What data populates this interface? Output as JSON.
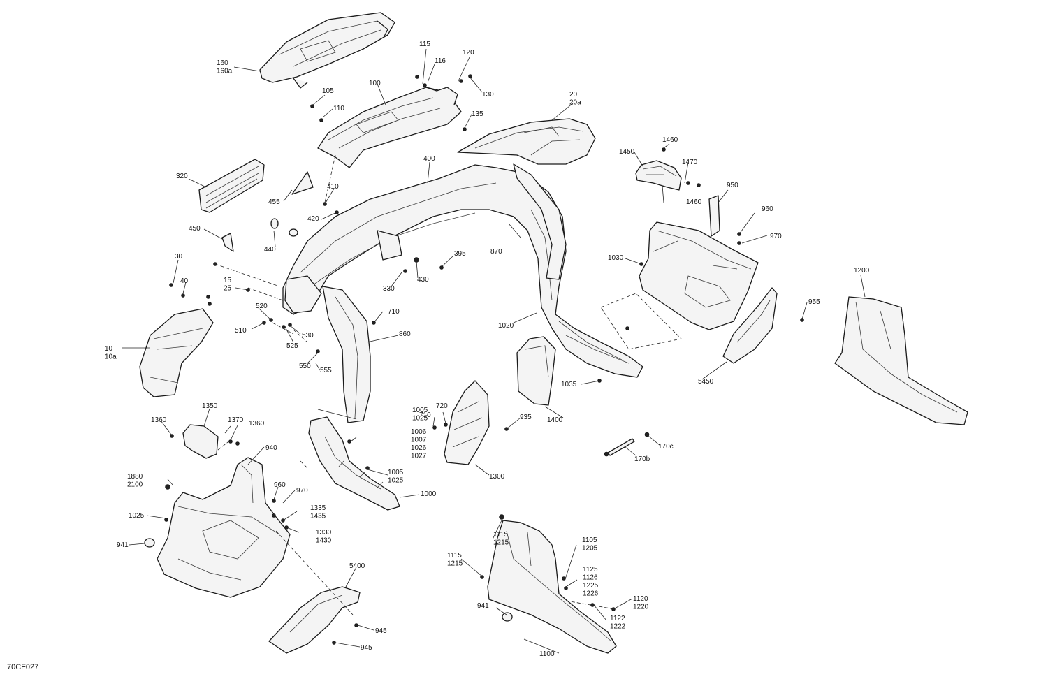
{
  "diagram_code": "70CF027",
  "callouts": [
    {
      "id": "c160",
      "lines": [
        "160",
        "160a"
      ]
    },
    {
      "id": "c115",
      "lines": [
        "115"
      ]
    },
    {
      "id": "c116",
      "lines": [
        "116"
      ]
    },
    {
      "id": "c120",
      "lines": [
        "120"
      ]
    },
    {
      "id": "c130",
      "lines": [
        "130"
      ]
    },
    {
      "id": "c105",
      "lines": [
        "105"
      ]
    },
    {
      "id": "c100",
      "lines": [
        "100"
      ]
    },
    {
      "id": "c110",
      "lines": [
        "110"
      ]
    },
    {
      "id": "c135",
      "lines": [
        "135"
      ]
    },
    {
      "id": "c20",
      "lines": [
        "20",
        "20a"
      ]
    },
    {
      "id": "c1460a",
      "lines": [
        "1460"
      ]
    },
    {
      "id": "c1450",
      "lines": [
        "1450"
      ]
    },
    {
      "id": "c1470",
      "lines": [
        "1470"
      ]
    },
    {
      "id": "c1460b",
      "lines": [
        "1460"
      ]
    },
    {
      "id": "c950",
      "lines": [
        "950"
      ]
    },
    {
      "id": "c960a",
      "lines": [
        "960"
      ]
    },
    {
      "id": "c970a",
      "lines": [
        "970"
      ]
    },
    {
      "id": "c400",
      "lines": [
        "400"
      ]
    },
    {
      "id": "c320",
      "lines": [
        "320"
      ]
    },
    {
      "id": "c455",
      "lines": [
        "455"
      ]
    },
    {
      "id": "c410",
      "lines": [
        "410"
      ]
    },
    {
      "id": "c420",
      "lines": [
        "420"
      ]
    },
    {
      "id": "c450",
      "lines": [
        "450"
      ]
    },
    {
      "id": "c440",
      "lines": [
        "440"
      ]
    },
    {
      "id": "c870",
      "lines": [
        "870"
      ]
    },
    {
      "id": "c1030",
      "lines": [
        "1030"
      ]
    },
    {
      "id": "c1200",
      "lines": [
        "1200"
      ]
    },
    {
      "id": "c30",
      "lines": [
        "30"
      ]
    },
    {
      "id": "c40",
      "lines": [
        "40"
      ]
    },
    {
      "id": "c15",
      "lines": [
        "15",
        "25"
      ]
    },
    {
      "id": "c395",
      "lines": [
        "395"
      ]
    },
    {
      "id": "c330",
      "lines": [
        "330"
      ]
    },
    {
      "id": "c430",
      "lines": [
        "430"
      ]
    },
    {
      "id": "c520",
      "lines": [
        "520"
      ]
    },
    {
      "id": "c510",
      "lines": [
        "510"
      ]
    },
    {
      "id": "c530",
      "lines": [
        "530"
      ]
    },
    {
      "id": "c525",
      "lines": [
        "525"
      ]
    },
    {
      "id": "c710a",
      "lines": [
        "710"
      ]
    },
    {
      "id": "c1020",
      "lines": [
        "1020"
      ]
    },
    {
      "id": "c955",
      "lines": [
        "955"
      ]
    },
    {
      "id": "c10",
      "lines": [
        "10",
        "10a"
      ]
    },
    {
      "id": "c860",
      "lines": [
        "860"
      ]
    },
    {
      "id": "c550",
      "lines": [
        "550"
      ]
    },
    {
      "id": "c555",
      "lines": [
        "555"
      ]
    },
    {
      "id": "c1035",
      "lines": [
        "1035"
      ]
    },
    {
      "id": "c5450",
      "lines": [
        "5450"
      ]
    },
    {
      "id": "c1350",
      "lines": [
        "1350"
      ]
    },
    {
      "id": "c1360a",
      "lines": [
        "1360"
      ]
    },
    {
      "id": "c1370",
      "lines": [
        "1370"
      ]
    },
    {
      "id": "c1360b",
      "lines": [
        "1360"
      ]
    },
    {
      "id": "c1005a",
      "lines": [
        "1005",
        "1025"
      ]
    },
    {
      "id": "c720",
      "lines": [
        "720"
      ]
    },
    {
      "id": "c710b",
      "lines": [
        "710"
      ]
    },
    {
      "id": "c935",
      "lines": [
        "935"
      ]
    },
    {
      "id": "c1400",
      "lines": [
        "1400"
      ]
    },
    {
      "id": "c1006",
      "lines": [
        "1006",
        "1007",
        "1026",
        "1027"
      ]
    },
    {
      "id": "c170c",
      "lines": [
        "170c"
      ]
    },
    {
      "id": "c170b",
      "lines": [
        "170b"
      ]
    },
    {
      "id": "c940",
      "lines": [
        "940"
      ]
    },
    {
      "id": "c1005b",
      "lines": [
        "1005",
        "1025"
      ]
    },
    {
      "id": "c1300",
      "lines": [
        "1300"
      ]
    },
    {
      "id": "c1880",
      "lines": [
        "1880",
        "2100"
      ]
    },
    {
      "id": "c960b",
      "lines": [
        "960"
      ]
    },
    {
      "id": "c970b",
      "lines": [
        "970"
      ]
    },
    {
      "id": "c1000",
      "lines": [
        "1000"
      ]
    },
    {
      "id": "c1025",
      "lines": [
        "1025"
      ]
    },
    {
      "id": "c1335",
      "lines": [
        "1335",
        "1435"
      ]
    },
    {
      "id": "c1330",
      "lines": [
        "1330",
        "1430"
      ]
    },
    {
      "id": "c941a",
      "lines": [
        "941"
      ]
    },
    {
      "id": "c1115a",
      "lines": [
        "1115",
        "1215"
      ]
    },
    {
      "id": "c1105",
      "lines": [
        "1105",
        "1205"
      ]
    },
    {
      "id": "c1115b",
      "lines": [
        "1115",
        "1215"
      ]
    },
    {
      "id": "c1125",
      "lines": [
        "1125",
        "1126",
        "1225",
        "1226"
      ]
    },
    {
      "id": "c5400",
      "lines": [
        "5400"
      ]
    },
    {
      "id": "c1120",
      "lines": [
        "1120",
        "1220"
      ]
    },
    {
      "id": "c941b",
      "lines": [
        "941"
      ]
    },
    {
      "id": "c1122",
      "lines": [
        "1122",
        "1222"
      ]
    },
    {
      "id": "c945a",
      "lines": [
        "945"
      ]
    },
    {
      "id": "c1100",
      "lines": [
        "1100"
      ]
    },
    {
      "id": "c945b",
      "lines": [
        "945"
      ]
    }
  ]
}
